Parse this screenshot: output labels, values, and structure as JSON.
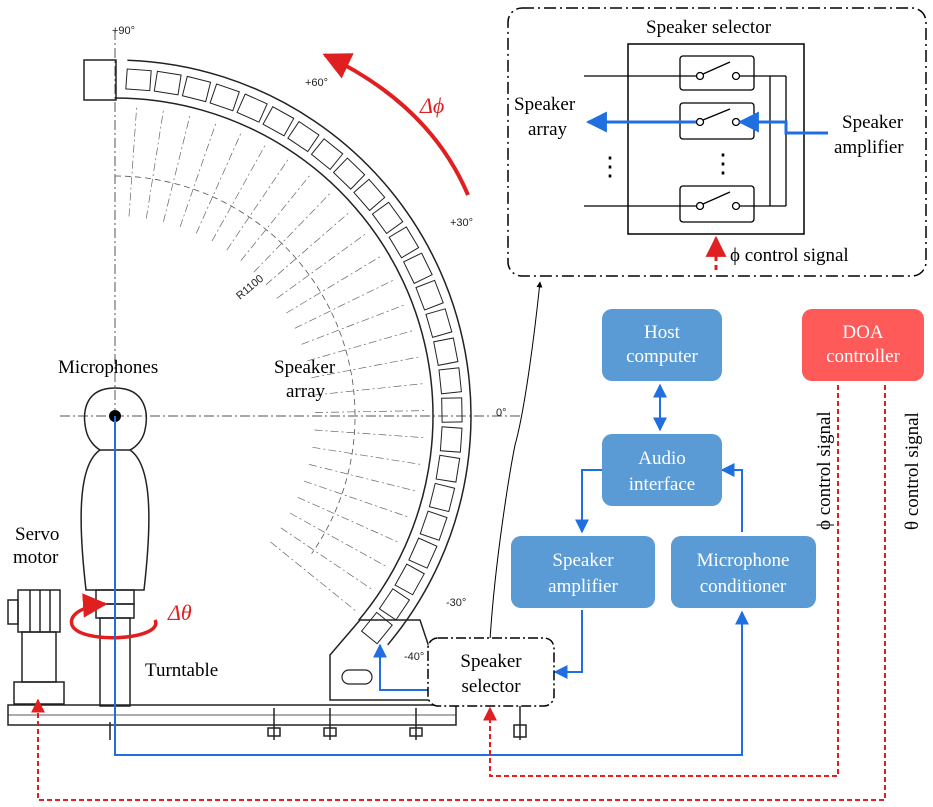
{
  "title": "Speaker selector",
  "inset": {
    "title": "Speaker selector",
    "left_label": [
      "Speaker",
      "array"
    ],
    "right_label": [
      "Speaker",
      "amplifier"
    ],
    "control_label": "ϕ control signal",
    "dots": "⋮"
  },
  "blocks": {
    "host": [
      "Host",
      "computer"
    ],
    "doa": [
      "DOA",
      "controller"
    ],
    "audio": [
      "Audio",
      "interface"
    ],
    "amp": [
      "Speaker",
      "amplifier"
    ],
    "mic": [
      "Microphone",
      "conditioner"
    ],
    "selector": [
      "Speaker",
      "selector"
    ]
  },
  "labels": {
    "microphones": "Microphones",
    "speaker_array": [
      "Speaker",
      "array"
    ],
    "servo": [
      "Servo",
      "motor"
    ],
    "turntable": "Turntable",
    "delta_phi": "Δϕ",
    "delta_theta": "Δθ",
    "phi_signal": "ϕ control signal",
    "theta_signal": "θ control signal"
  },
  "angles": {
    "p90": "+90°",
    "p60": "+60°",
    "p30": "+30°",
    "zero": "0°",
    "m30": "-30°",
    "m40": "-40°",
    "radius": "R1100"
  },
  "colors": {
    "block_blue": "#5b9bd5",
    "block_red": "#ff5a5a",
    "signal_blue": "#1f6fe0",
    "signal_red": "#e02020"
  }
}
